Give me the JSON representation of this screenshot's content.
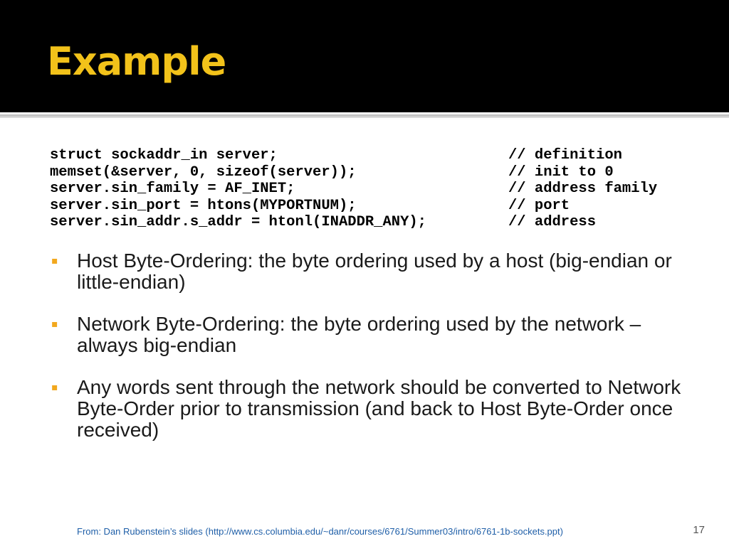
{
  "slide": {
    "title": "Example",
    "code": [
      {
        "stmt": "struct sockaddr_in server;",
        "comment": "// definition"
      },
      {
        "stmt": "memset(&server, 0, sizeof(server));",
        "comment": "// init to 0"
      },
      {
        "stmt": "server.sin_family = AF_INET;",
        "comment": "// address family"
      },
      {
        "stmt": "server.sin_port = htons(MYPORTNUM);",
        "comment": "// port"
      },
      {
        "stmt": "server.sin_addr.s_addr = htonl(INADDR_ANY);",
        "comment": "// address"
      }
    ],
    "bullets": [
      "Host Byte-Ordering: the byte ordering used by a host (big-endian or little-endian)",
      "Network Byte-Ordering: the byte ordering used by the network – always big-endian",
      "Any words sent through the network should be converted to Network Byte-Order prior to transmission (and back to Host Byte-Order once received)"
    ],
    "bullet_marker": "▪",
    "footer": "From: Dan Rubenstein’s slides (http://www.cs.columbia.edu/~danr/courses/6761/Summer03/intro/6761-1b-sockets.ppt)",
    "page_number": "17"
  },
  "colors": {
    "header_background": "#000000",
    "title": "#f2c21a",
    "bullet_marker": "#f2a81d",
    "footer_link": "#1f5fa8"
  }
}
